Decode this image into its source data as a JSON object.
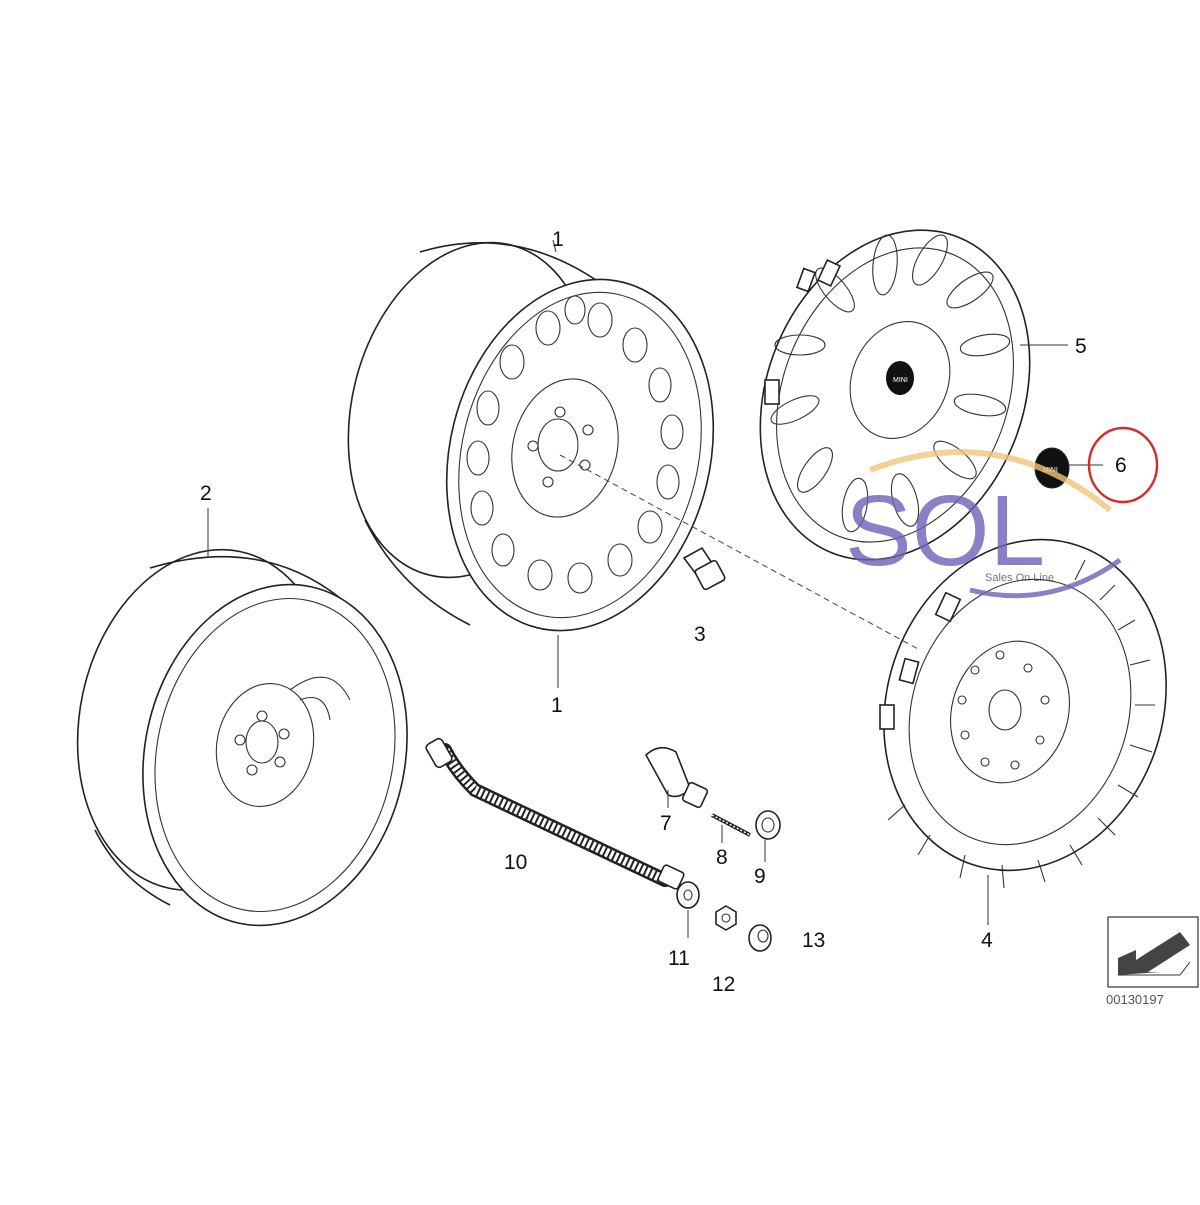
{
  "diagram": {
    "callouts": [
      {
        "id": "1",
        "text": "1"
      },
      {
        "id": "2",
        "text": "2"
      },
      {
        "id": "3",
        "text": "3"
      },
      {
        "id": "4",
        "text": "4"
      },
      {
        "id": "5",
        "text": "5"
      },
      {
        "id": "6",
        "text": "6"
      },
      {
        "id": "7",
        "text": "7"
      },
      {
        "id": "8",
        "text": "8"
      },
      {
        "id": "9",
        "text": "9"
      },
      {
        "id": "10",
        "text": "10"
      },
      {
        "id": "11",
        "text": "11"
      },
      {
        "id": "12",
        "text": "12"
      },
      {
        "id": "13",
        "text": "13"
      }
    ],
    "highlighted_callout": "6",
    "highlight_color": "#d42a2a",
    "reference_number": "00130197"
  },
  "watermark": {
    "text": "SOL",
    "subtext": "Sales On Line",
    "color": "#6b62b8",
    "accent_color": "#f0c67a"
  }
}
